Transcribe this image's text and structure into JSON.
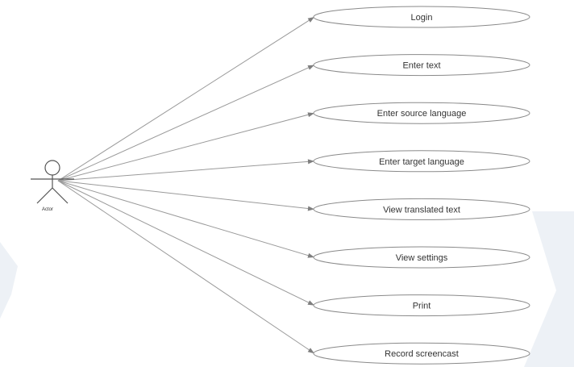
{
  "diagram": {
    "type": "use-case",
    "actor": {
      "label": "Actor"
    },
    "use_cases": [
      {
        "label": "Login"
      },
      {
        "label": "Enter text"
      },
      {
        "label": "Enter source language"
      },
      {
        "label": "Enter target language"
      },
      {
        "label": "View translated text"
      },
      {
        "label": "View settings"
      },
      {
        "label": "Print"
      },
      {
        "label": "Record screencast"
      }
    ],
    "colors": {
      "line": "#9a9a9a",
      "ellipse_stroke": "#8a8a8a",
      "text": "#333333",
      "watermark": "#dfe6ee"
    }
  }
}
